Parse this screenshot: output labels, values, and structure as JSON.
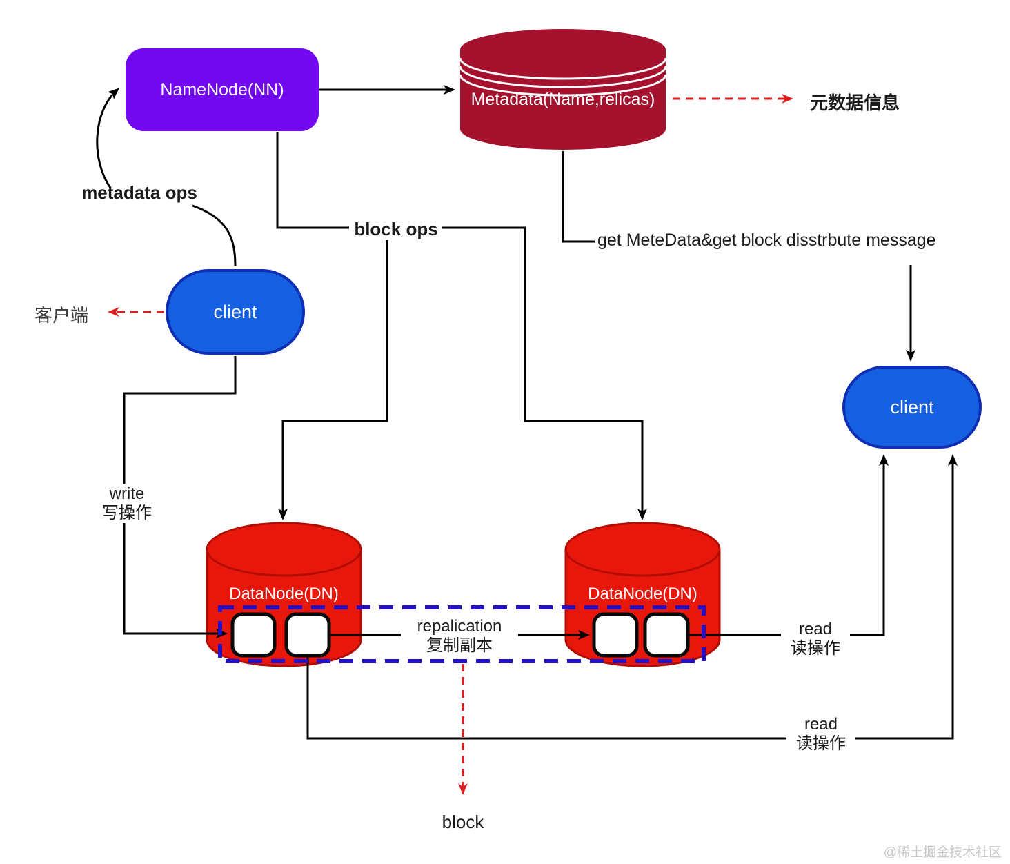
{
  "nodes": {
    "namenode": {
      "label": "NameNode(NN)"
    },
    "metadata": {
      "label": "Metadata(Name,relicas)"
    },
    "client_left": {
      "label": "client"
    },
    "client_right": {
      "label": "client"
    },
    "datanode_left": {
      "label": "DataNode(DN)"
    },
    "datanode_right": {
      "label": "DataNode(DN)"
    }
  },
  "labels": {
    "metadata_ops": "metadata ops",
    "block_ops": "block ops",
    "get_message": "get MeteData&get block disstrbute message",
    "metadata_info_cn": "元数据信息",
    "client_cn": "客户端",
    "write_en": "write",
    "write_cn": "写操作",
    "replication_en": "repalication",
    "replication_cn": "复制副本",
    "read_top_en": "read",
    "read_top_cn": "读操作",
    "read_bottom_en": "read",
    "read_bottom_cn": "读操作",
    "block_label": "block",
    "watermark": "@稀土掘金技术社区"
  },
  "colors": {
    "namenode_fill": "#7209f0",
    "metadata_fill": "#a5122e",
    "datanode_fill": "#e8170b",
    "datanode_stroke": "#b30d03",
    "client_fill": "#1560e0",
    "client_border": "#0e2fb4",
    "line_black": "#000000",
    "dash_red": "#de1e1e",
    "dash_blue": "#2112c8"
  }
}
